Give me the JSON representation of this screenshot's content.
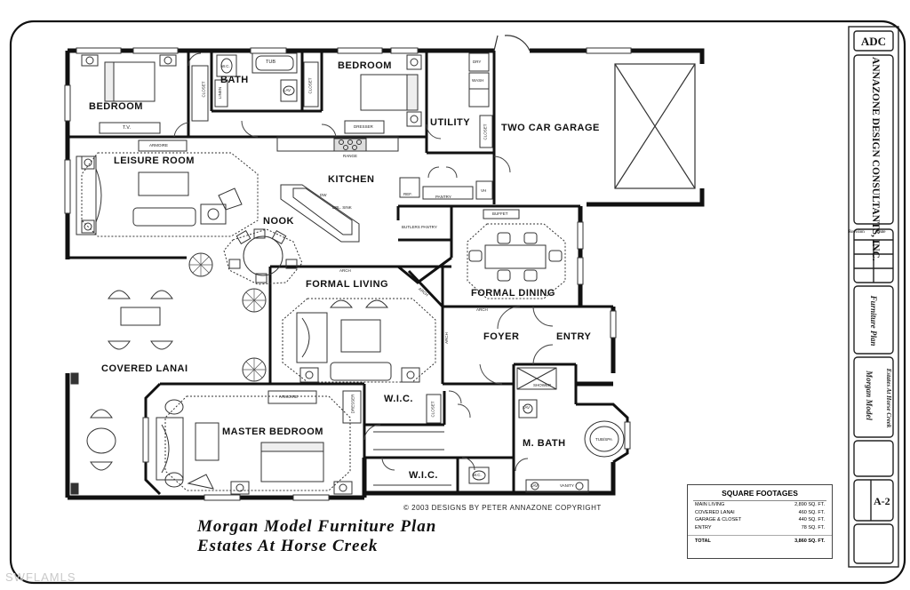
{
  "plan": {
    "rooms": {
      "bedroom_left": "BEDROOM",
      "bath": "BATH",
      "bedroom_right": "BEDROOM",
      "utility": "UTILITY",
      "two_car_garage": "TWO CAR GARAGE",
      "leisure_room": "LEISURE ROOM",
      "kitchen": "KITCHEN",
      "nook": "NOOK",
      "formal_living": "FORMAL LIVING",
      "formal_dining": "FORMAL DINING",
      "foyer": "FOYER",
      "entry": "ENTRY",
      "covered_lanai": "COVERED LANAI",
      "master_bedroom": "MASTER BEDROOM",
      "wic_upper": "W.I.C.",
      "wic_lower": "W.I.C.",
      "m_bath": "M. BATH"
    },
    "fixtures": {
      "tv_top": "T.V.",
      "closet_1": "CLOSET",
      "linen": "LINEN",
      "wc_1": "W.C.",
      "tub": "TUB",
      "lav_1": "LAV",
      "closet_2": "CLOSET",
      "dresser_1": "DRESSER",
      "dry": "DRY",
      "wash": "WASH",
      "closet_utility": "CLOSET",
      "armoire_1": "ARMOIRE",
      "range": "RANGE",
      "dw": "DW",
      "dbl_sink": "DBL. SINK",
      "ref": "REF.",
      "pantry": "PANTRY",
      "vh": "VH",
      "butlers_pantry": "BUTLERS PANTRY",
      "buffet": "BUFFET",
      "arch_1": "ARCH",
      "arch_2": "ARCH",
      "arch_3": "ARCH",
      "arch_4": "ARCH",
      "armoire_2": "ARMOIRE",
      "dresser_2": "DRESSER",
      "closet_3": "CLOSET",
      "shower": "SHOWER",
      "lav_2": "LAV",
      "tub_spa": "TUB/SPA",
      "wc_2": "W.C.",
      "lav_3": "LAV",
      "vanity": "VANITY"
    },
    "copyright": "© 2003 DESIGNS BY PETER ANNAZONE COPYRIGHT",
    "title_line1": "Morgan Model Furniture Plan",
    "title_line2": "Estates At Horse Creek"
  },
  "square_footages": {
    "heading": "SQUARE FOOTAGES",
    "rows": [
      {
        "label": "MAIN LIVING",
        "value": "2,890 SQ. FT."
      },
      {
        "label": "COVERED LANAI",
        "value": "460 SQ. FT."
      },
      {
        "label": "GARAGE & CLOSET",
        "value": "440 SQ. FT."
      },
      {
        "label": "ENTRY",
        "value": "78 SQ. FT."
      }
    ],
    "total_label": "TOTAL",
    "total_value": "3,860 SQ. FT."
  },
  "title_block": {
    "logo": "ADC",
    "company": "ANNAZONE DESIGN CONSULTANTS, INC.",
    "revision": "Revision",
    "date": "Date",
    "drawing": "Furniture Plan",
    "project_line1": "Morgan Model",
    "project_line2": "Estates At Horse Creek",
    "sheet": "A-2"
  },
  "watermark": "SWFLAMLS"
}
